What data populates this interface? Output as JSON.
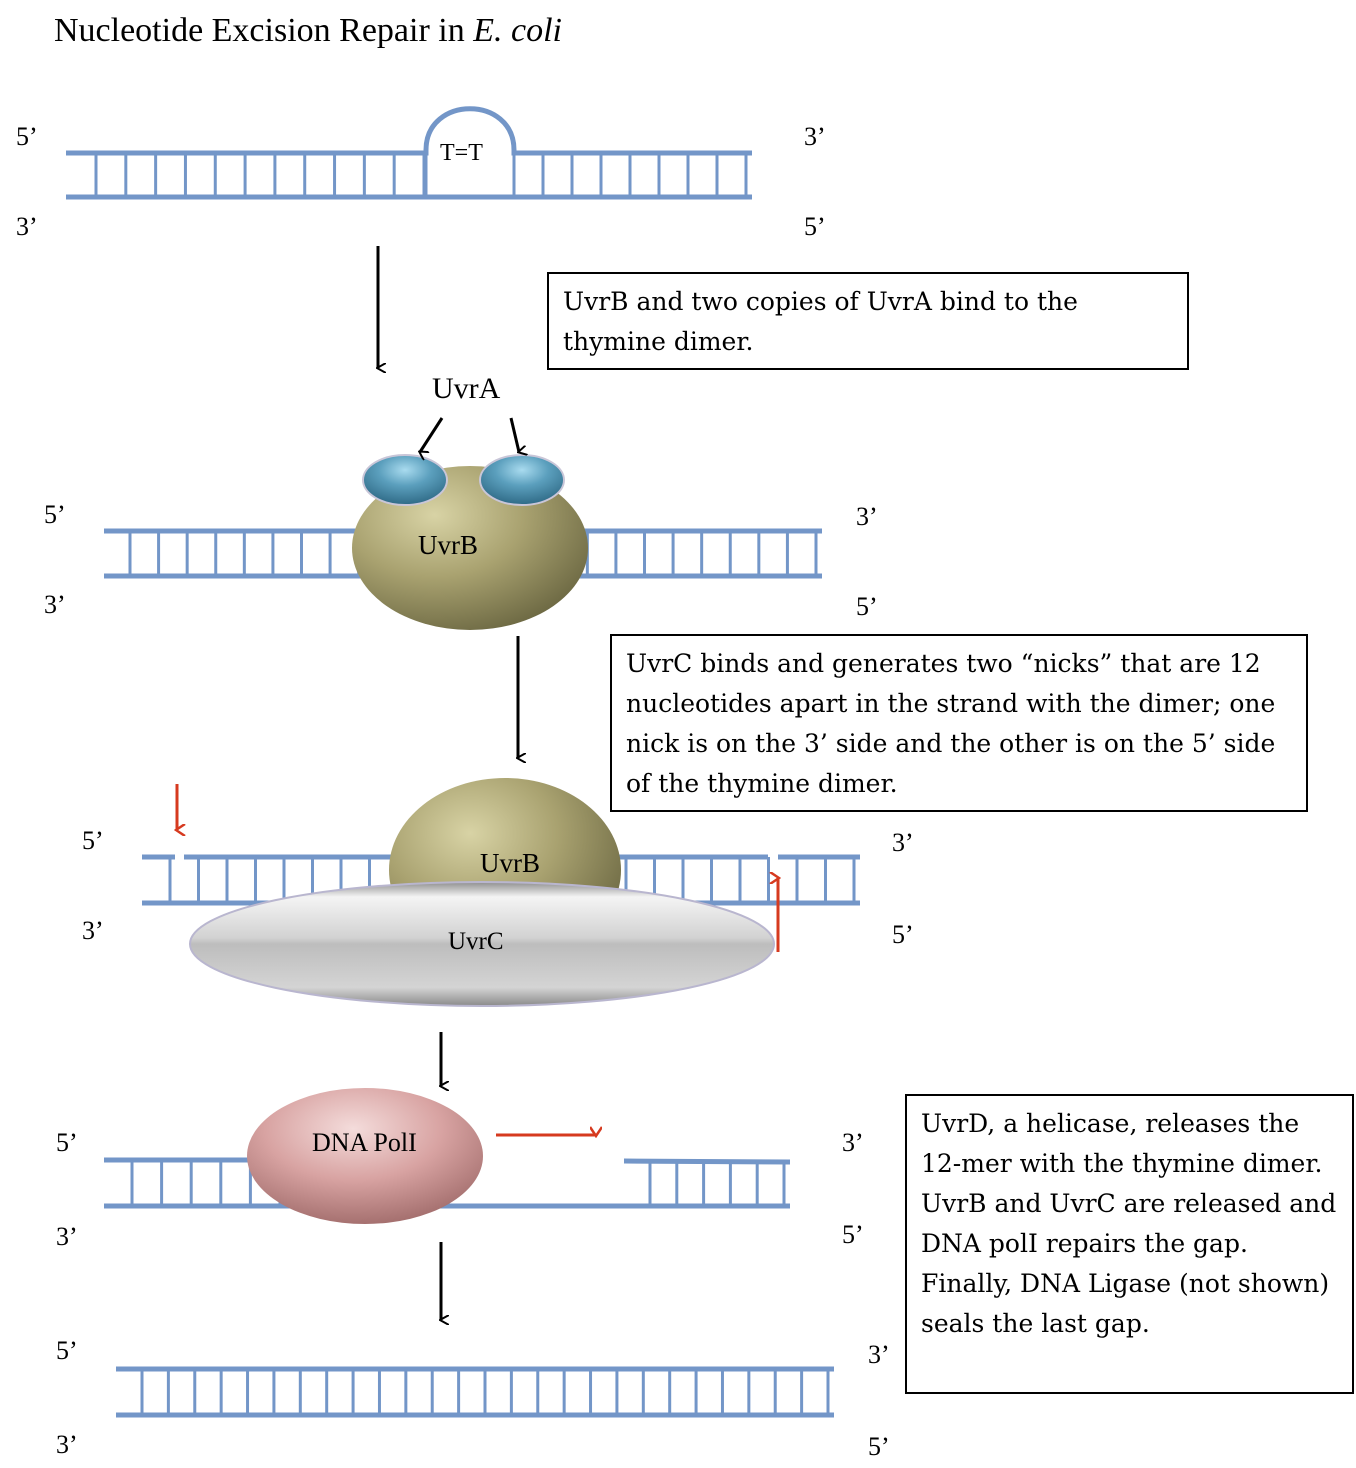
{
  "title": {
    "main": "Nucleotide Excision Repair in ",
    "organism": "E. coli"
  },
  "colors": {
    "dna": "#7396c8",
    "uvra": "#4f8fae",
    "uvrb": "#a49d6a",
    "uvrc": "#c8c8c8",
    "poli": "#d9a5a4",
    "nick_arrow": "#d63a1f",
    "step_arrow": "#000000"
  },
  "steps": [
    {
      "name": "damaged-dna",
      "lesion_label": "T=T",
      "left_top": "5’",
      "left_bottom": "3’",
      "right_top": "3’",
      "right_bottom": "5’"
    },
    {
      "name": "uvra-uvrb-binding",
      "uvra_label": "UvrA",
      "uvrb_label": "UvrB",
      "left_top": "5’",
      "left_bottom": "3’",
      "right_top": "3’",
      "right_bottom": "5’"
    },
    {
      "name": "uvrc-nicking",
      "uvrb_label": "UvrB",
      "uvrc_label": "UvrC",
      "left_top": "5’",
      "left_bottom": "3’",
      "right_top": "3’",
      "right_bottom": "5’"
    },
    {
      "name": "poli-gap-fill",
      "poli_label": "DNA PolI",
      "left_top": "5’",
      "left_bottom": "3’",
      "right_top": "3’",
      "right_bottom": "5’"
    },
    {
      "name": "repaired-dna",
      "left_top": "5’",
      "left_bottom": "3’",
      "right_top": "3’",
      "right_bottom": "5’"
    }
  ],
  "captions": [
    "UvrB and two copies of UvrA bind to the thymine dimer.",
    "UvrC binds and generates two “nicks” that are 12 nucleotides apart  in the strand with the dimer; one nick is on the 3’ side and the other is on the 5’ side of the thymine dimer.",
    "UvrD, a helicase, releases the 12-mer with the thymine dimer. UvrB and UvrC are released and DNA polI repairs the gap. Finally, DNA Ligase (not shown) seals the last gap."
  ]
}
